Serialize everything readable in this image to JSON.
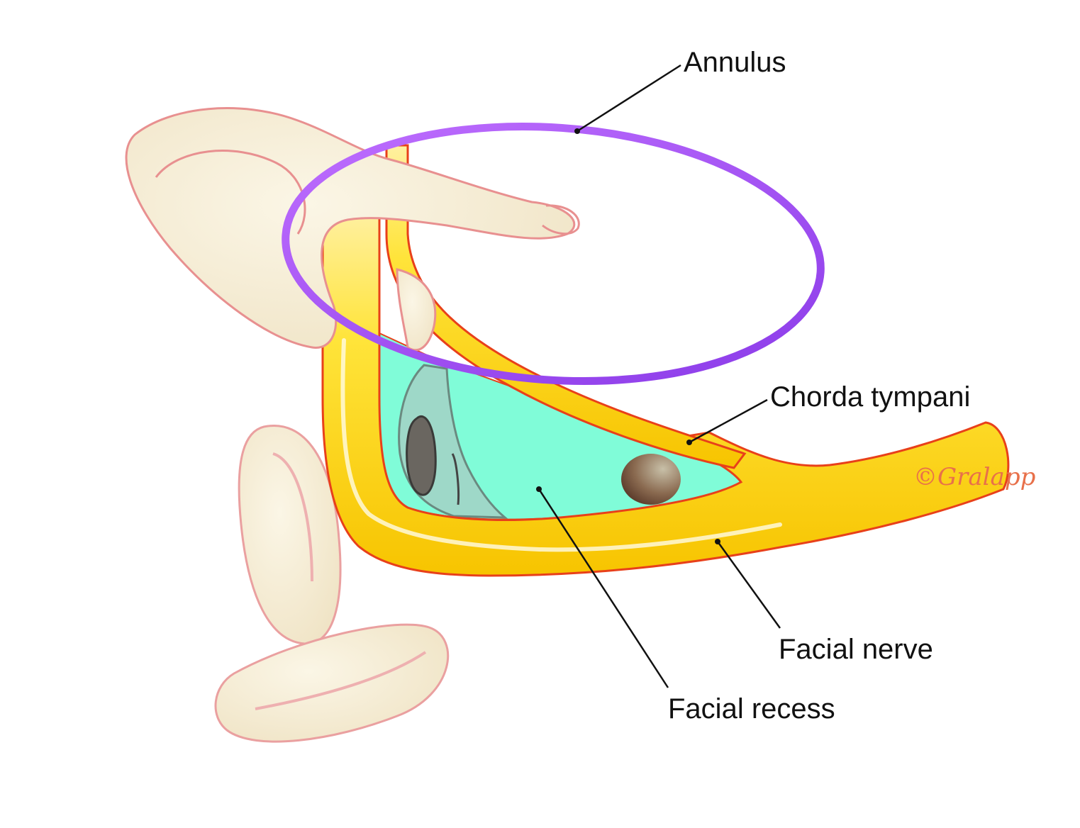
{
  "labels": {
    "annulus": "Annulus",
    "chorda_tympani": "Chorda tympani",
    "facial_nerve": "Facial nerve",
    "facial_recess": "Facial recess"
  },
  "signature": "©Gralapp",
  "colors": {
    "background": "#ffffff",
    "nerve_fill": "#ffe020",
    "nerve_outline": "#e8401a",
    "recess_fill": "#80fcd8",
    "annulus_stroke": "#a050f0",
    "ossicle_fill": "#f8f0dc",
    "ossicle_outline": "#e89090",
    "leader_line": "#111111"
  }
}
